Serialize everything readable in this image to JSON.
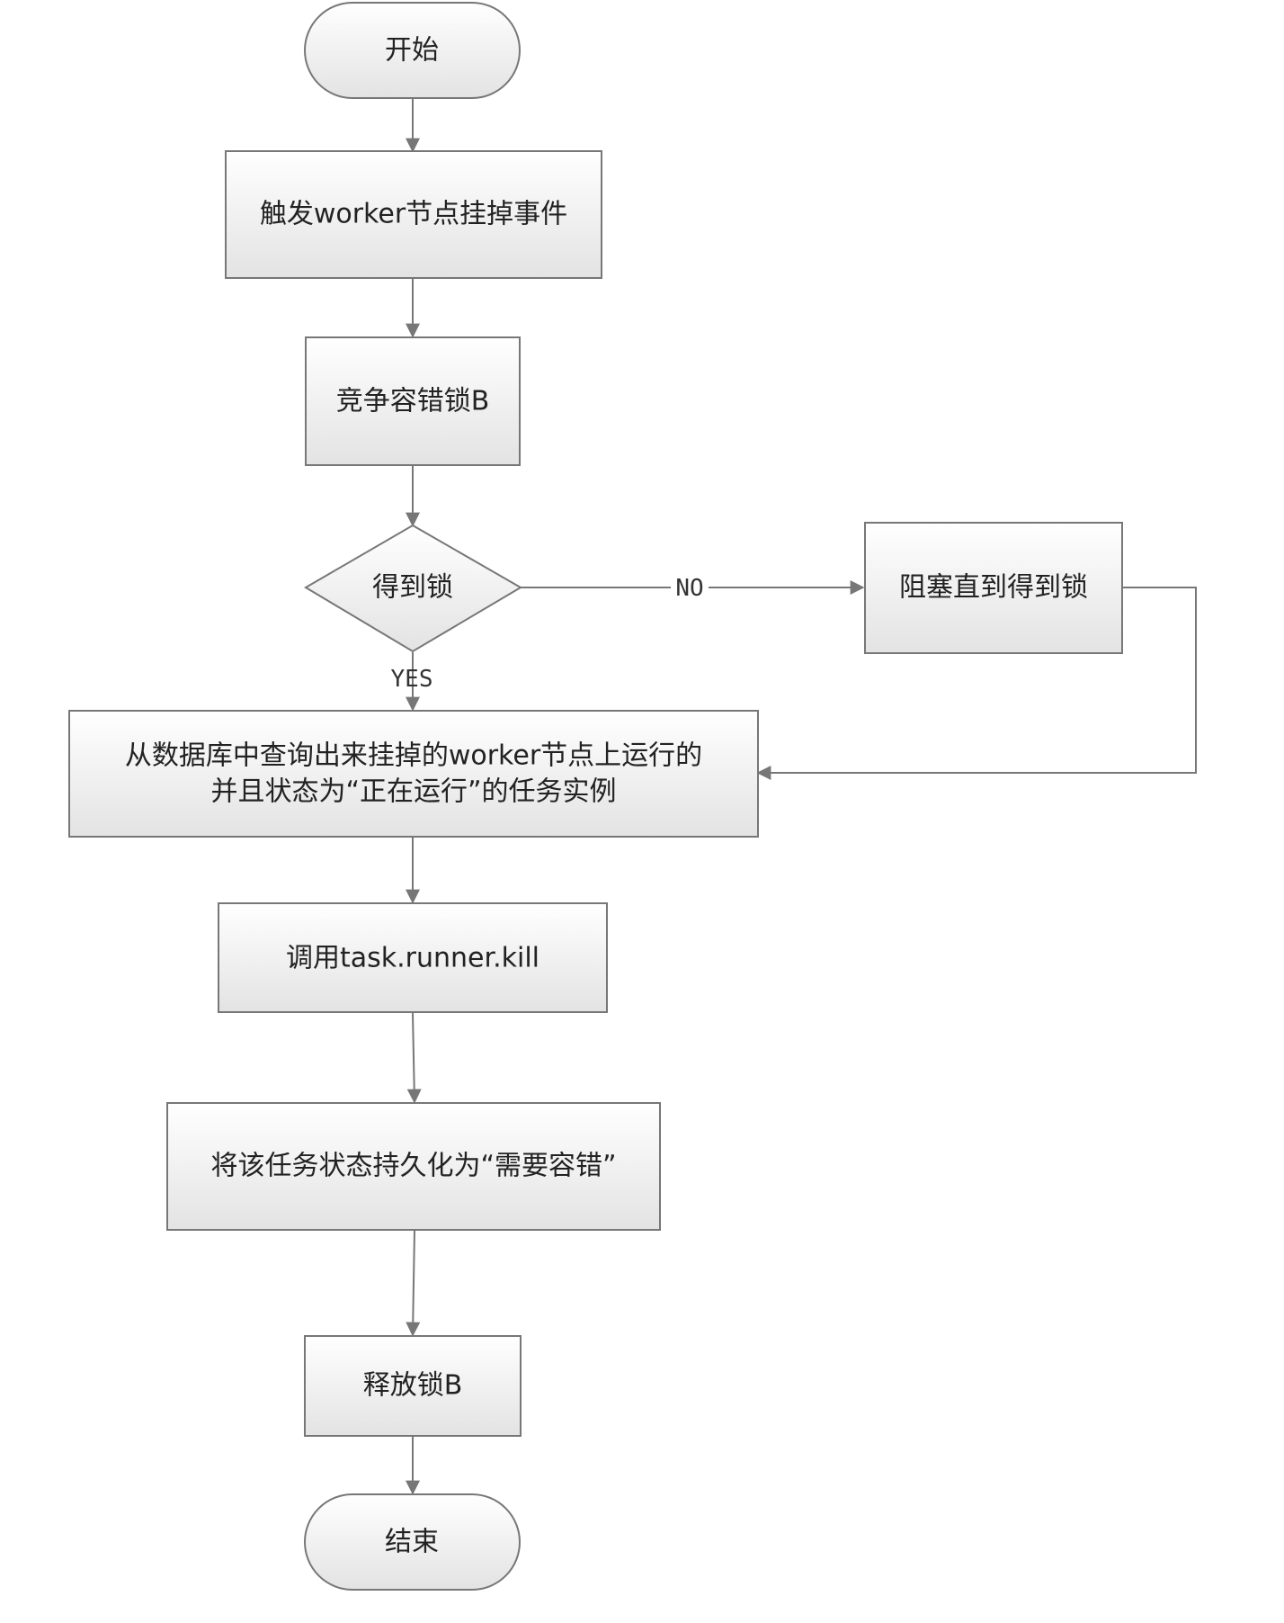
{
  "nodes": {
    "start": "开始",
    "trigger": "触发worker节点挂掉事件",
    "compete": "竞争容错锁B",
    "decision": "得到锁",
    "block": "阻塞直到得到锁",
    "query_line1": "从数据库中查询出来挂掉的worker节点上运行的",
    "query_line2": "并且状态为“正在运行”的任务实例",
    "kill": "调用task.runner.kill",
    "persist": "将该任务状态持久化为“需要容错”",
    "release": "释放锁B",
    "end": "结束"
  },
  "edges": {
    "no_label": "NO",
    "yes_label": "YES"
  },
  "colors": {
    "box_fill_top": "#ffffff",
    "box_fill_bottom": "#e3e3e3",
    "stroke": "#777777"
  }
}
